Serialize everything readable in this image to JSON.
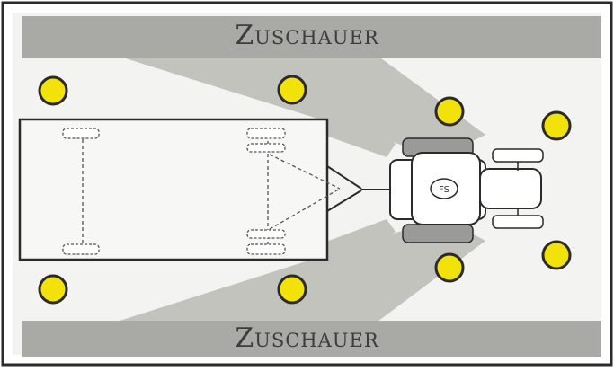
{
  "labels": {
    "spectators_top": "Zuschauer",
    "spectators_bottom": "Zuschauer",
    "seat_marker": "FS"
  },
  "colors": {
    "frame": "#2b2b2b",
    "background": "#f3f3f1",
    "band": "#a9a9a6",
    "band_text": "#3d3d3d",
    "beam": "#b3b3ad",
    "light_fill": "#f2e20a",
    "light_stroke": "#2a2a2a",
    "line": "#2b2b2b",
    "track": "#9e9e9e"
  },
  "icons": {
    "light": "floodlight-circle",
    "vehicle": "tractor-top-view",
    "trailer": "trailer-outline"
  }
}
